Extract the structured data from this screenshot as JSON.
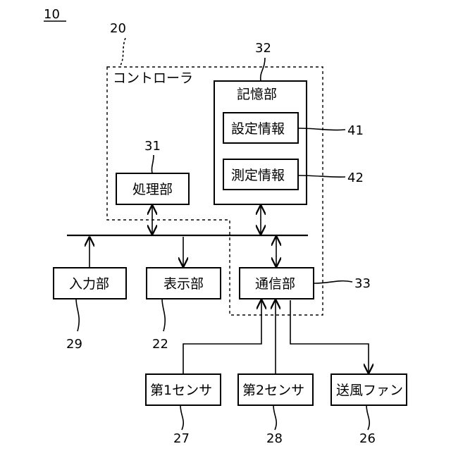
{
  "figure_number": "10",
  "controller": {
    "ref": "20",
    "label": "コントローラ"
  },
  "processor": {
    "ref": "31",
    "label": "処理部"
  },
  "storage": {
    "ref": "32",
    "label": "記憶部"
  },
  "settings_info": {
    "ref": "41",
    "label": "設定情報"
  },
  "measurement_info": {
    "ref": "42",
    "label": "測定情報"
  },
  "communication": {
    "ref": "33",
    "label": "通信部"
  },
  "input": {
    "ref": "29",
    "label": "入力部"
  },
  "display": {
    "ref": "22",
    "label": "表示部"
  },
  "sensor1": {
    "ref": "27",
    "label": "第1センサ"
  },
  "sensor2": {
    "ref": "28",
    "label": "第2センサ"
  },
  "fan": {
    "ref": "26",
    "label": "送風ファン"
  }
}
